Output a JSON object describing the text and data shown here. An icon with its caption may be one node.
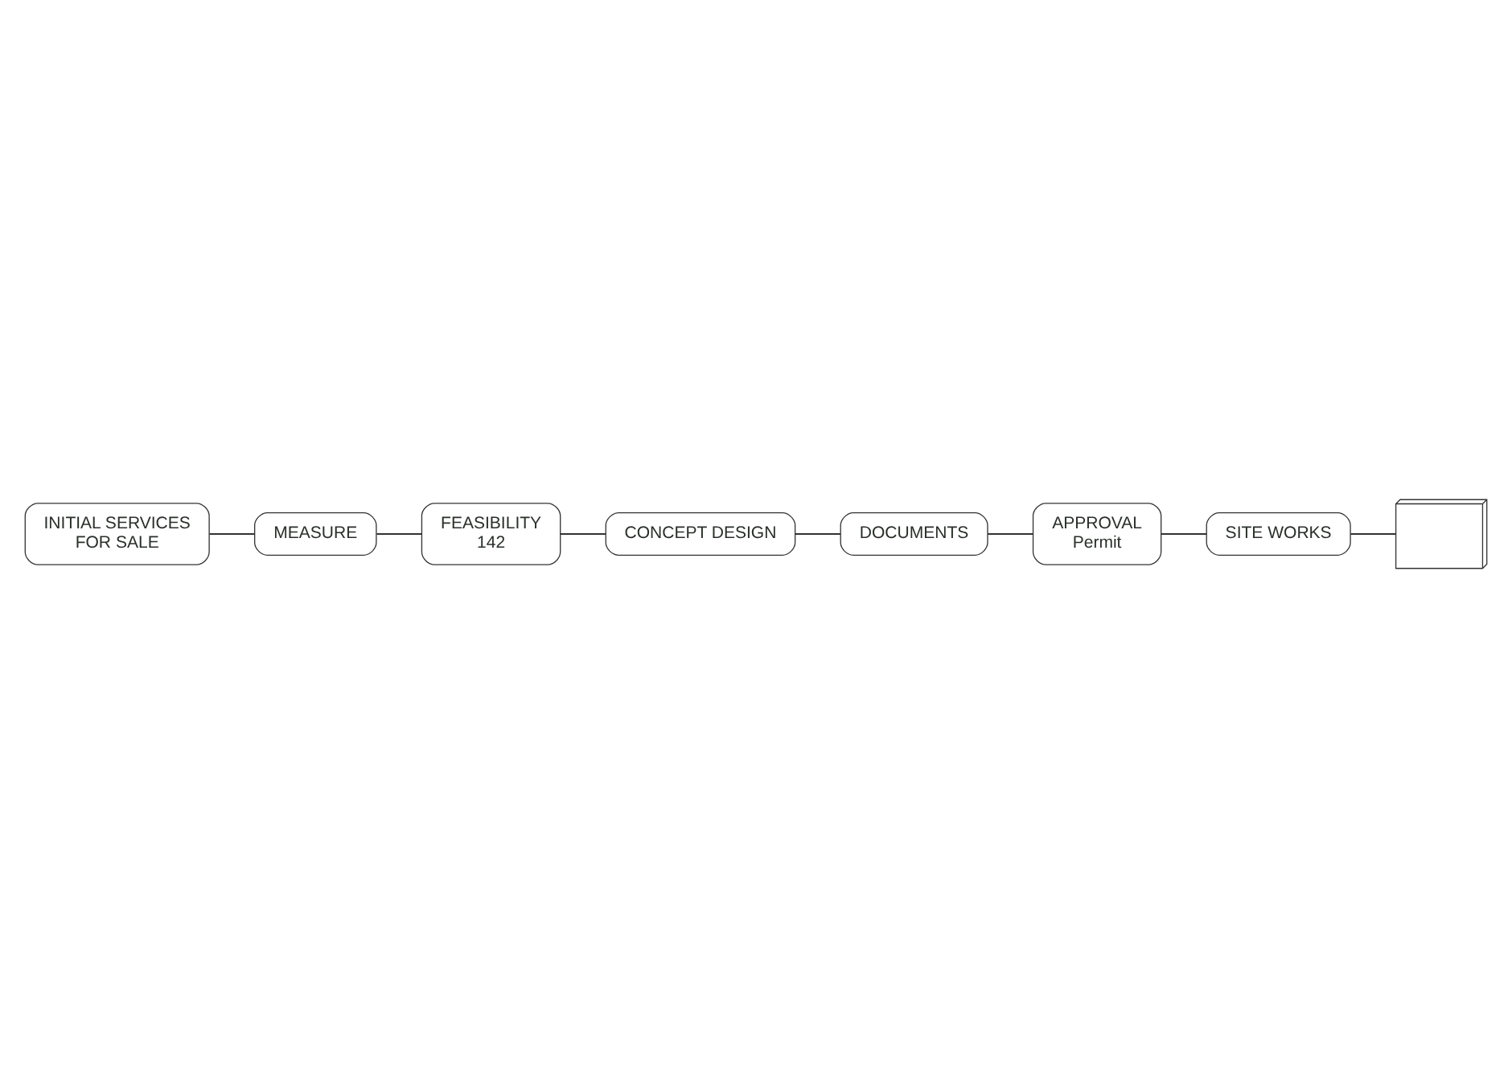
{
  "diagram": {
    "nodes": [
      {
        "text": [
          "INITIAL SERVICES",
          "FOR SALE"
        ]
      },
      {
        "text": [
          "MEASURE"
        ]
      },
      {
        "text": [
          "FEASIBILITY",
          "142"
        ]
      },
      {
        "text": [
          "CONCEPT DESIGN"
        ]
      },
      {
        "text": [
          "DOCUMENTS"
        ]
      },
      {
        "text": [
          "APPROVAL",
          "Permit"
        ]
      },
      {
        "text": [
          "SITE WORKS"
        ]
      },
      {
        "text": [],
        "shape": "picture"
      }
    ],
    "edges": [
      {
        "from": 0,
        "to": 1,
        "arrow": "none"
      },
      {
        "from": 1,
        "to": 2,
        "arrow": "none"
      },
      {
        "from": 2,
        "to": 3,
        "arrow": "none"
      },
      {
        "from": 3,
        "to": 4,
        "arrow": "none"
      },
      {
        "from": 4,
        "to": 5,
        "arrow": "none"
      },
      {
        "from": 5,
        "to": 6,
        "arrow": "none"
      },
      {
        "from": 6,
        "to": 7,
        "arrow": "none"
      }
    ]
  }
}
